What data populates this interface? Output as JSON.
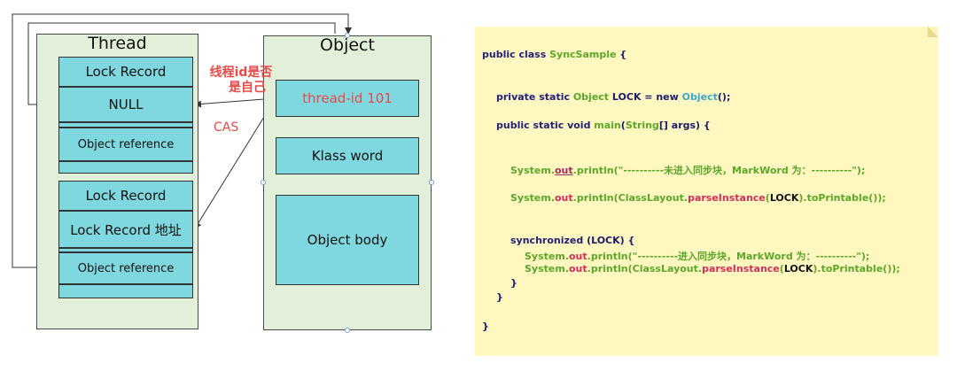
{
  "thread": {
    "title": "Thread",
    "lock_record_1": {
      "header": "Lock Record",
      "null_cell": "NULL",
      "object_reference": "Object   reference"
    },
    "lock_record_2": {
      "header": "Lock Record",
      "address_cell": "Lock Record 地址",
      "object_reference": "Object   reference"
    }
  },
  "object": {
    "title": "Object",
    "thread_id": "thread-id  101",
    "klass_word": "Klass         word",
    "object_body": "Object    body"
  },
  "annotation": {
    "question_line1": "线程id是否",
    "question_line2": "是自己",
    "cas": "CAS"
  },
  "code": {
    "l1_kw": "public class ",
    "l1_cls": "SyncSample",
    "l1_end": " {",
    "l2_kw": "private static ",
    "l2_cls": "Object",
    "l2_mid": " LOCK = new ",
    "l2_cls2": "Object",
    "l2_end": "();",
    "l3_kw": "public static void ",
    "l3_mth": "main",
    "l3_p1": "(",
    "l3_cls": "String",
    "l3_end": "[] args) {",
    "l4_a": "System.",
    "l4_out": "out",
    "l4_b": ".println(\"----------未进入同步块，MarkWord 为：----------\");",
    "l5_a": "System.",
    "l5_out": "out",
    "l5_b": ".println(ClassLayout.",
    "l5_m": "parseInstance",
    "l5_c": "(",
    "l5_lock": "LOCK",
    "l5_d": ").toPrintable());",
    "l6_kw": "synchronized",
    "l6_end": " (LOCK) {",
    "l7_a": "System.",
    "l7_out": "out",
    "l7_b": ".println(\"----------进入同步块，MarkWord 为：----------\");",
    "l8_a": "System.",
    "l8_out": "out",
    "l8_b": ".println(ClassLayout.",
    "l8_m": "parseInstance",
    "l8_c": "(",
    "l8_lock": "LOCK",
    "l8_d": ").toPrintable());",
    "close1": "}",
    "close2": "}",
    "close3": "}"
  }
}
